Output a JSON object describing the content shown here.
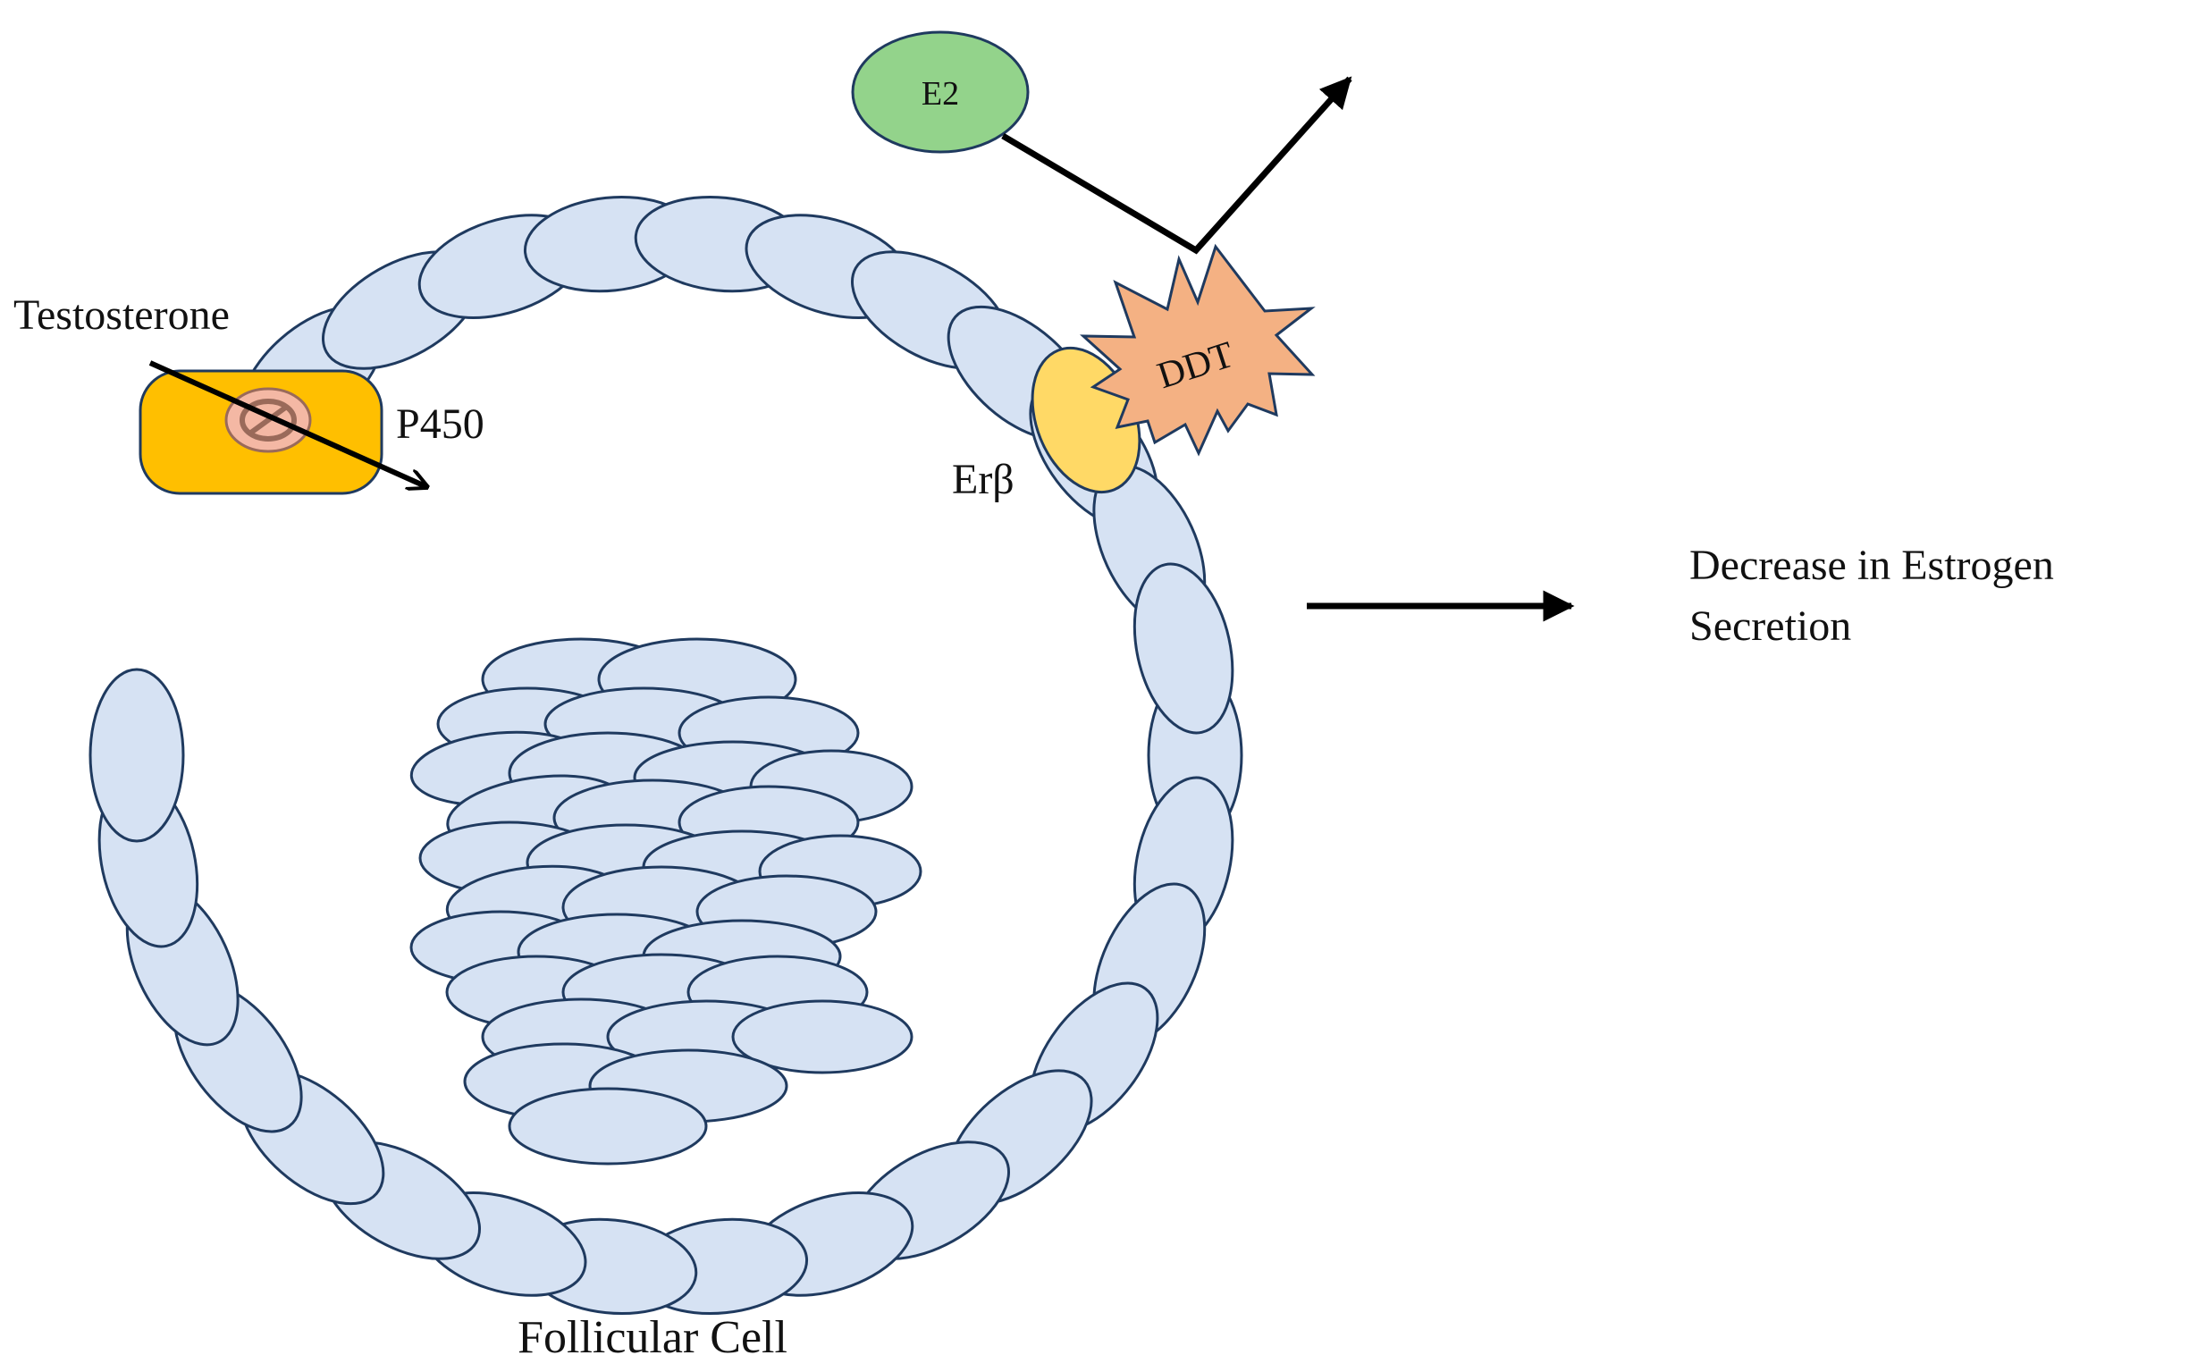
{
  "labels": {
    "testosterone": "Testosterone",
    "p450": "P450",
    "erb": "Erβ",
    "ddt": "DDT",
    "e2": "E2",
    "outcome_line1": "Decrease in Estrogen",
    "outcome_line2": "Secretion",
    "caption": "Follicular Cell"
  },
  "colors": {
    "cell_fill": "#d6e2f3",
    "cell_stroke": "#1f3a5f",
    "p450_fill": "#ffbf00",
    "erb_fill": "#ffd966",
    "ddt_fill": "#f4b183",
    "e2_fill": "#93d38b",
    "inhibit_fill": "#f4b8a4",
    "arrow": "#000000"
  }
}
